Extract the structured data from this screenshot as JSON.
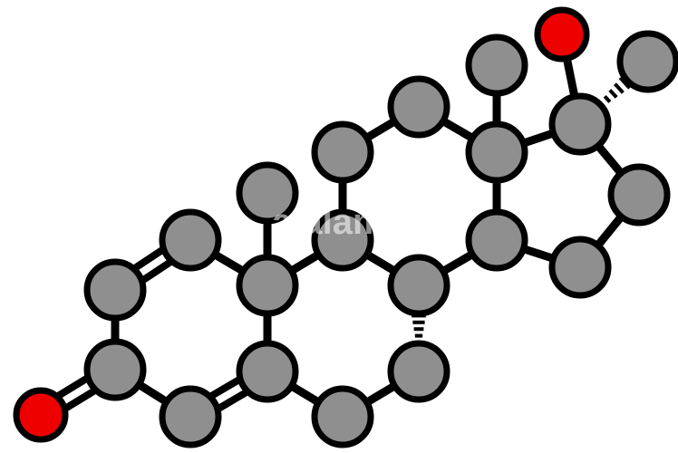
{
  "colors": {
    "background": "#ffffff",
    "bond": "#000000",
    "carbon": "#8f8f8f",
    "oxygen": "#ee0000"
  },
  "molecule": {
    "atoms": [
      {
        "id": "O3",
        "element": "O"
      },
      {
        "id": "C3",
        "element": "C"
      },
      {
        "id": "C2",
        "element": "C"
      },
      {
        "id": "C1",
        "element": "C"
      },
      {
        "id": "C10",
        "element": "C"
      },
      {
        "id": "C19",
        "element": "C"
      },
      {
        "id": "C5",
        "element": "C"
      },
      {
        "id": "C4",
        "element": "C"
      },
      {
        "id": "C6",
        "element": "C"
      },
      {
        "id": "C7",
        "element": "C"
      },
      {
        "id": "C8",
        "element": "C"
      },
      {
        "id": "C9",
        "element": "C"
      },
      {
        "id": "C11",
        "element": "C"
      },
      {
        "id": "C12",
        "element": "C"
      },
      {
        "id": "C13",
        "element": "C"
      },
      {
        "id": "C18",
        "element": "C"
      },
      {
        "id": "C14",
        "element": "C"
      },
      {
        "id": "C15",
        "element": "C"
      },
      {
        "id": "C16",
        "element": "C"
      },
      {
        "id": "C17",
        "element": "C"
      },
      {
        "id": "O17",
        "element": "O"
      },
      {
        "id": "C20",
        "element": "C"
      }
    ]
  },
  "watermark": {
    "text": "a alamy"
  }
}
